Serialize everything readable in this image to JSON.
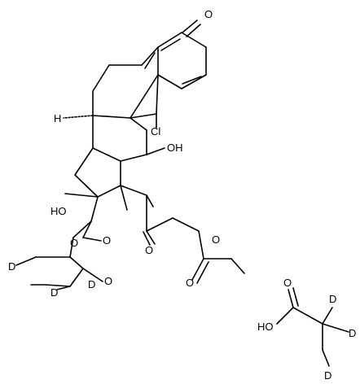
{
  "molecule": {
    "atom_labels": {
      "ketone_o": "O",
      "h_c8": "H",
      "cl": "Cl",
      "oh_c11": "OH",
      "ho_c17": "HO",
      "ester_o_left": "O",
      "ester_o_right": "O",
      "acyl_o_left": "O",
      "acyl_o_right": "O",
      "side_ketone_o": "O",
      "d_left": "D",
      "d_mid": "D",
      "d_mid2": "D",
      "ho_acid": "HO",
      "acid_o": "O",
      "d_acid1": "D",
      "d_acid2": "D",
      "d_acid3": "D"
    }
  }
}
